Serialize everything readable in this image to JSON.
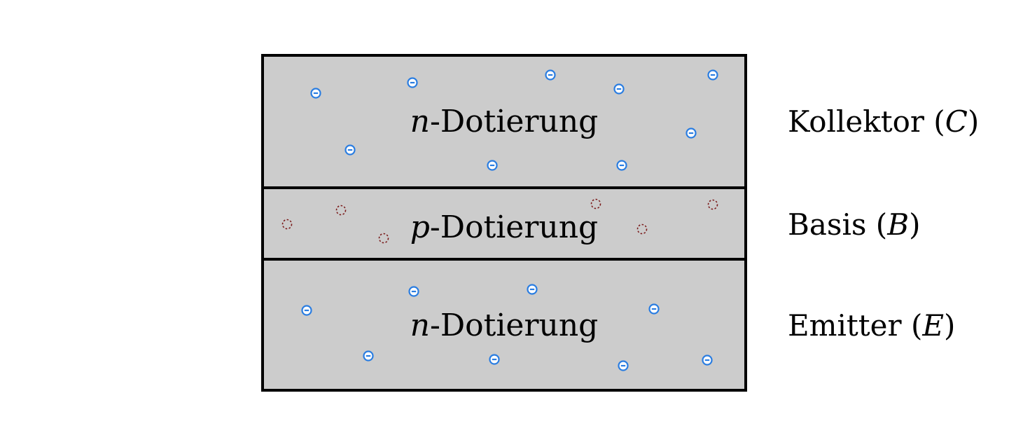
{
  "layers": [
    {
      "id": "collector",
      "doping_var": "n",
      "doping_text": "-Dotierung",
      "terminal_name": "Kollektor",
      "terminal_symbol": "C",
      "carrier": "electron"
    },
    {
      "id": "base",
      "doping_var": "p",
      "doping_text": "-Dotierung",
      "terminal_name": "Basis",
      "terminal_symbol": "B",
      "carrier": "hole"
    },
    {
      "id": "emitter",
      "doping_var": "n",
      "doping_text": "-Dotierung",
      "terminal_name": "Emitter",
      "terminal_symbol": "E",
      "carrier": "electron"
    }
  ],
  "colors": {
    "layer_fill": "#cccccc",
    "border": "#000000",
    "electron": "#2a7de1",
    "hole": "#7a1a1a"
  },
  "icons": {
    "electron": "minus-circle-icon",
    "hole": "dashed-circle-icon"
  }
}
